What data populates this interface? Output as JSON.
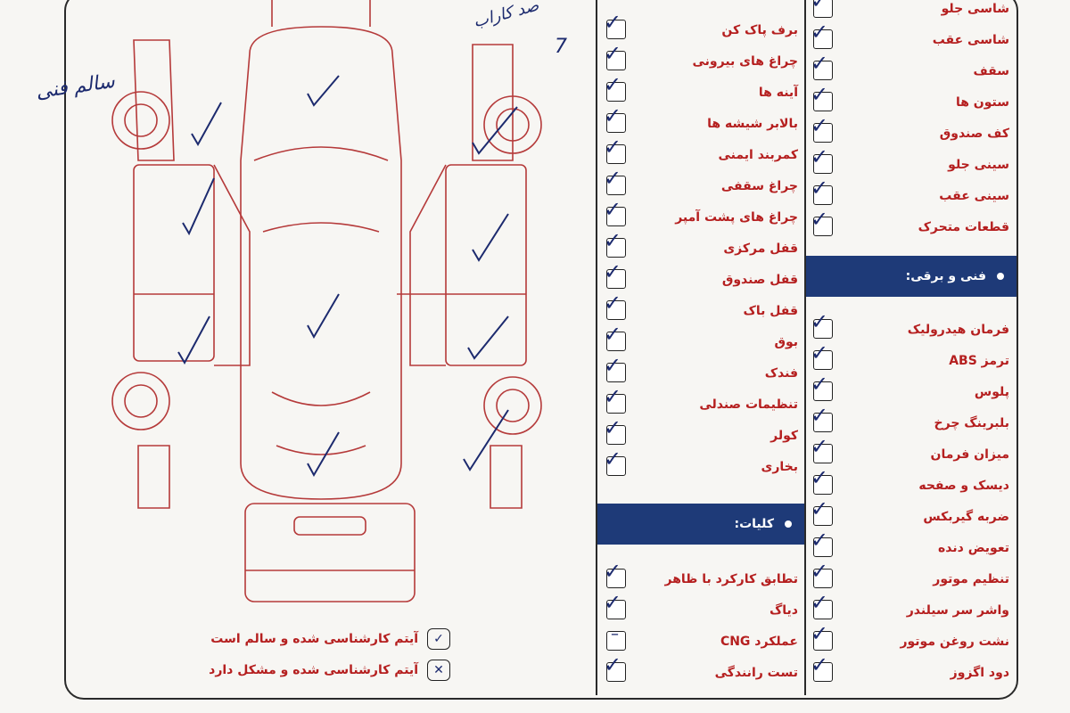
{
  "exterior_checks": {
    "items": [
      {
        "label": "برف پاک کن",
        "status": "ok"
      },
      {
        "label": "چراغ های بیرونی",
        "status": "ok"
      },
      {
        "label": "آینه ها",
        "status": "ok"
      },
      {
        "label": "بالابر شیشه ها",
        "status": "ok"
      },
      {
        "label": "کمربند ایمنی",
        "status": "ok"
      },
      {
        "label": "چراغ سقفی",
        "status": "ok"
      },
      {
        "label": "چراغ های پشت آمپر",
        "status": "ok"
      },
      {
        "label": "قفل مرکزی",
        "status": "ok"
      },
      {
        "label": "قفل صندوق",
        "status": "ok"
      },
      {
        "label": "قفل باک",
        "status": "ok"
      },
      {
        "label": "بوق",
        "status": "ok"
      },
      {
        "label": "فندک",
        "status": "ok"
      },
      {
        "label": "تنظیمات صندلی",
        "status": "ok"
      },
      {
        "label": "کولر",
        "status": "ok"
      },
      {
        "label": "بخاری",
        "status": "ok"
      }
    ]
  },
  "body_checks": {
    "items": [
      {
        "label": "شاسی جلو",
        "status": "ok"
      },
      {
        "label": "شاسی عقب",
        "status": "ok"
      },
      {
        "label": "سقف",
        "status": "ok"
      },
      {
        "label": "ستون ها",
        "status": "ok"
      },
      {
        "label": "کف صندوق",
        "status": "ok"
      },
      {
        "label": "سینی جلو",
        "status": "ok"
      },
      {
        "label": "سینی عقب",
        "status": "ok"
      },
      {
        "label": "قطعات متحرک",
        "status": "ok"
      }
    ]
  },
  "technical_section": {
    "title": "فنی و برقی:",
    "items": [
      {
        "label": "فرمان هیدرولیک",
        "status": "ok"
      },
      {
        "label": "ترمز ABS",
        "status": "ok"
      },
      {
        "label": "پلوس",
        "status": "ok"
      },
      {
        "label": "بلبرینگ چرخ",
        "status": "ok"
      },
      {
        "label": "میزان فرمان",
        "status": "ok"
      },
      {
        "label": "دیسک و صفحه",
        "status": "ok"
      },
      {
        "label": "ضربه گیربکس",
        "status": "ok"
      },
      {
        "label": "تعویض دنده",
        "status": "ok"
      },
      {
        "label": "تنظیم موتور",
        "status": "ok"
      },
      {
        "label": "واشر سر سیلندر",
        "status": "ok"
      },
      {
        "label": "نشت روغن موتور",
        "status": "ok"
      },
      {
        "label": "دود اگزوز",
        "status": "ok"
      }
    ]
  },
  "general_section": {
    "title": "کلیات:",
    "items": [
      {
        "label": "تطابق کارکرد با ظاهر",
        "status": "ok"
      },
      {
        "label": "دیاگ",
        "status": "ok"
      },
      {
        "label": "عملکرد CNG",
        "status": "na"
      },
      {
        "label": "تست رانندگی",
        "status": "ok"
      }
    ]
  },
  "legend": {
    "ok_label": "آیتم کارشناسی شده و سالم است",
    "bad_label": "آیتم کارشناسی شده و مشکل دارد"
  },
  "handwriting": {
    "left_note": "سالم فنی",
    "top_note": "صد کاراب",
    "top_number": "7"
  },
  "colors": {
    "accent_red": "#b51f1f",
    "band_blue": "#1e3a78",
    "ink_blue": "#1c2a6e"
  }
}
